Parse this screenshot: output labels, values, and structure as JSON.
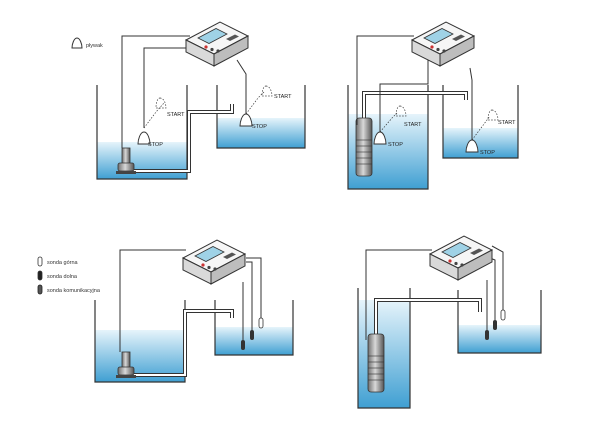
{
  "legend_float": {
    "label": "pływak"
  },
  "legend_probes": [
    {
      "label": "sonda górna"
    },
    {
      "label": "sonda dolna"
    },
    {
      "label": "sonda komunikacyjna"
    }
  ],
  "float_labels": {
    "start": "START",
    "stop": "STOP"
  },
  "colors": {
    "water_top": "#e6f4fb",
    "water_bottom": "#3f9fd2",
    "line": "#333333",
    "controller_body": "#f2f2f2",
    "controller_screen": "#9fd2e6",
    "button_red": "#cc3333"
  }
}
